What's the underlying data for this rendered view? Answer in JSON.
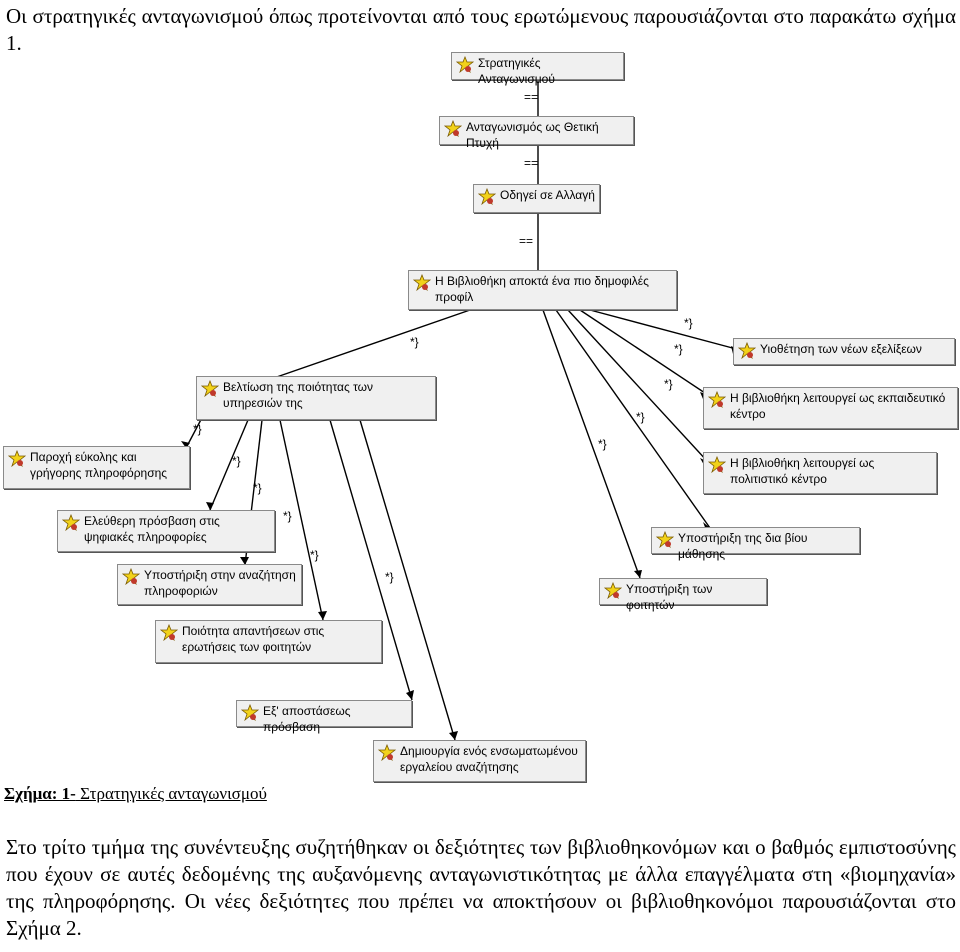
{
  "intro_text": "Οι στρατηγικές ανταγωνισμού όπως προτείνονται από τους ερωτώμενους παρουσιάζονται στο παρακάτω σχήμα 1.",
  "caption": {
    "prefix": "Σχήμα: 1-",
    "text": " Στρατηγικές ανταγωνισμού"
  },
  "closing_text": "Στο τρίτο τμήμα της συνέντευξης συζητήθηκαν οι δεξιότητες των βιβλιοθηκονόμων και ο βαθμός εμπιστοσύνης που έχουν σε αυτές δεδομένης της αυξανόμενης ανταγωνιστικότητας με άλλα επαγγέλματα στη «βιομηχανία» της πληροφόρησης. Οι νέες δεξιότητες που πρέπει να αποκτήσουν οι βιβλιοθηκονόμοι παρουσιάζονται στο Σχήμα 2.",
  "diagram": {
    "node_icon": "code-node-icon",
    "colors": {
      "node_fill": "#f0f0f0",
      "node_border": "#8a8a8a",
      "icon_yellow": "#f2d21a",
      "icon_red": "#c0392b",
      "line": "#000000"
    },
    "nodes": {
      "strat": "Στρατηγικές Ανταγωνισμού",
      "positive": "Ανταγωνισμός ως Θετική Πτυχή",
      "change": "Οδηγεί σε Αλλαγή",
      "profile": "Η Βιβλιοθήκη αποκτά ένα πιο δημοφιλές προφίλ",
      "quality": "Βελτίωση της ποιότητας των υπηρεσιών της",
      "adopt": "Υιοθέτηση των νέων εξελίξεων",
      "edu": "Η βιβλιοθήκη λειτουργεί ως εκπαιδευτικό κέντρο",
      "culture": "Η βιβλιοθήκη λειτουργεί ως πολιτιστικό κέντρο",
      "easy": "Παροχή εύκολης και γρήγορης πληροφόρησης",
      "free": "Ελεύθερη πρόσβαση στις ψηφιακές πληροφορίες",
      "search_sup": "Υποστήριξη στην αναζήτηση πληροφοριών",
      "lifelong": "Υποστήριξη της δια βίου μάθησης",
      "students": "Υποστήριξη των φοιτητών",
      "answers": "Ποιότητα απαντήσεων στις ερωτήσεις των φοιτητών",
      "remote": "Εξ' αποστάσεως πρόσβαση",
      "tool": "Δημιουργία ενός ενσωματωμένου εργαλείου αναζήτησης"
    },
    "relation_equal": "==",
    "relation_part": "*}"
  }
}
